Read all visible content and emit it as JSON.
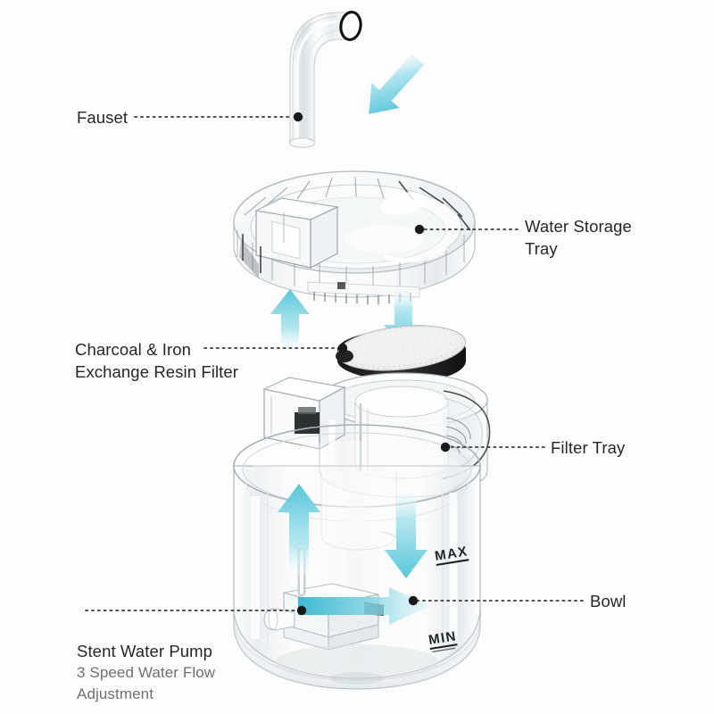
{
  "diagram": {
    "title": "Pet Water Fountain Exploded View",
    "background_color": "#fdfdfd",
    "accent_color": "#62c9dc",
    "label_color": "#262626",
    "sublabel_color": "#707070",
    "leader_color": "#3a3a3a"
  },
  "callouts": {
    "faucet": {
      "label": "Fauset",
      "side": "left"
    },
    "water_storage_tray": {
      "label": "Water Storage\nTray",
      "side": "right"
    },
    "filter": {
      "label": "Charcoal & Iron\nExchange Resin Filter",
      "side": "left"
    },
    "filter_tray": {
      "label": "Filter Tray",
      "side": "right"
    },
    "bowl": {
      "label": "Bowl",
      "side": "right"
    },
    "pump": {
      "label": "Stent Water Pump",
      "sublabel": "3 Speed Water Flow\nAdjustment",
      "side": "left"
    }
  },
  "level_marks": {
    "max": "MAX",
    "min": "MIN"
  },
  "flow_arrows": [
    {
      "name": "spout-outflow-arrow",
      "direction": "down-right",
      "color": "#62c9dc"
    },
    {
      "name": "tray-inflow-arrow",
      "direction": "up",
      "color": "#62c9dc"
    },
    {
      "name": "filter-downflow-arrow",
      "direction": "down",
      "color": "#62c9dc"
    },
    {
      "name": "tank-riser-arrow",
      "direction": "up",
      "color": "#62c9dc"
    },
    {
      "name": "tank-return-arrow",
      "direction": "down",
      "color": "#62c9dc"
    },
    {
      "name": "pump-outlet-arrow",
      "direction": "right",
      "color": "#62c9dc"
    }
  ],
  "components": [
    {
      "name": "faucet-spout",
      "material": "clear plastic"
    },
    {
      "name": "water-storage-tray",
      "material": "clear plastic"
    },
    {
      "name": "charcoal-filter-disc",
      "material": "charcoal / resin"
    },
    {
      "name": "filter-tray-housing",
      "material": "clear plastic"
    },
    {
      "name": "bowl-tank",
      "material": "clear plastic"
    },
    {
      "name": "stent-water-pump",
      "material": "white plastic"
    }
  ]
}
